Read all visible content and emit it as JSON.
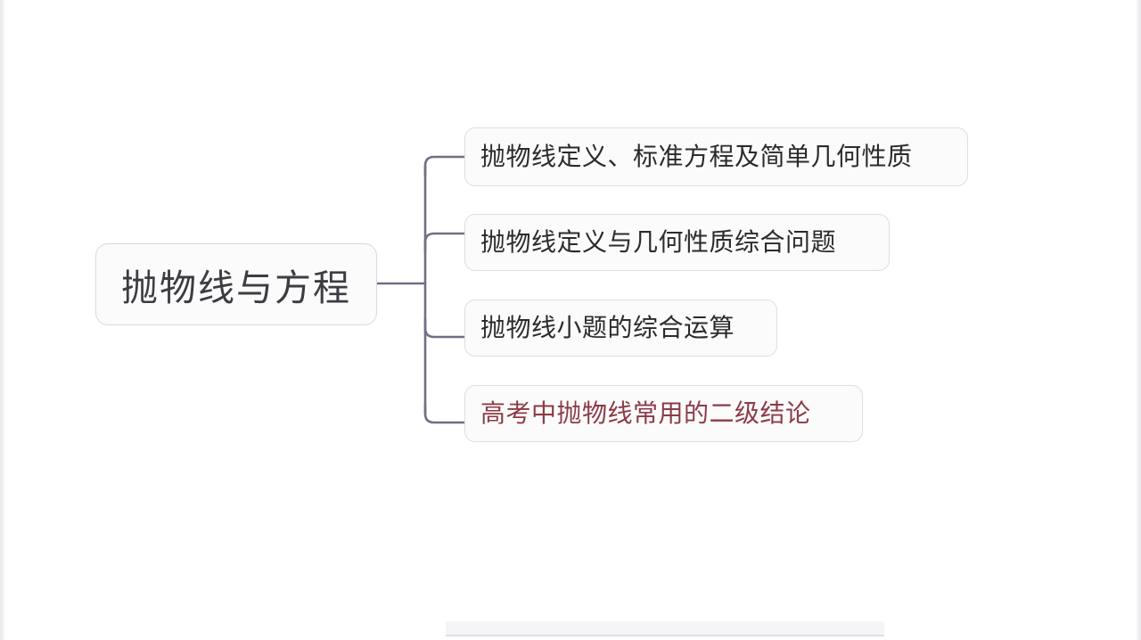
{
  "diagram": {
    "type": "mind-map",
    "title": "抛物线与方程",
    "root": {
      "label": "抛物线与方程",
      "text_color": "#3c3c42",
      "fill": "#fbfbfc",
      "border": "#d9d9de"
    },
    "connector_color": "#6f6f86",
    "children": [
      {
        "label": "抛物线定义、标准方程及简单几何性质",
        "text_color": "#2b2b2b",
        "highlighted": false
      },
      {
        "label": "抛物线定义与几何性质综合问题",
        "text_color": "#2b2b2b",
        "highlighted": false
      },
      {
        "label": "抛物线小题的综合运算",
        "text_color": "#2b2b2b",
        "highlighted": false
      },
      {
        "label": "高考中抛物线常用的二级结论",
        "text_color": "#8c3b46",
        "highlighted": true
      }
    ]
  },
  "canvas": {
    "background": "#ffffff"
  }
}
